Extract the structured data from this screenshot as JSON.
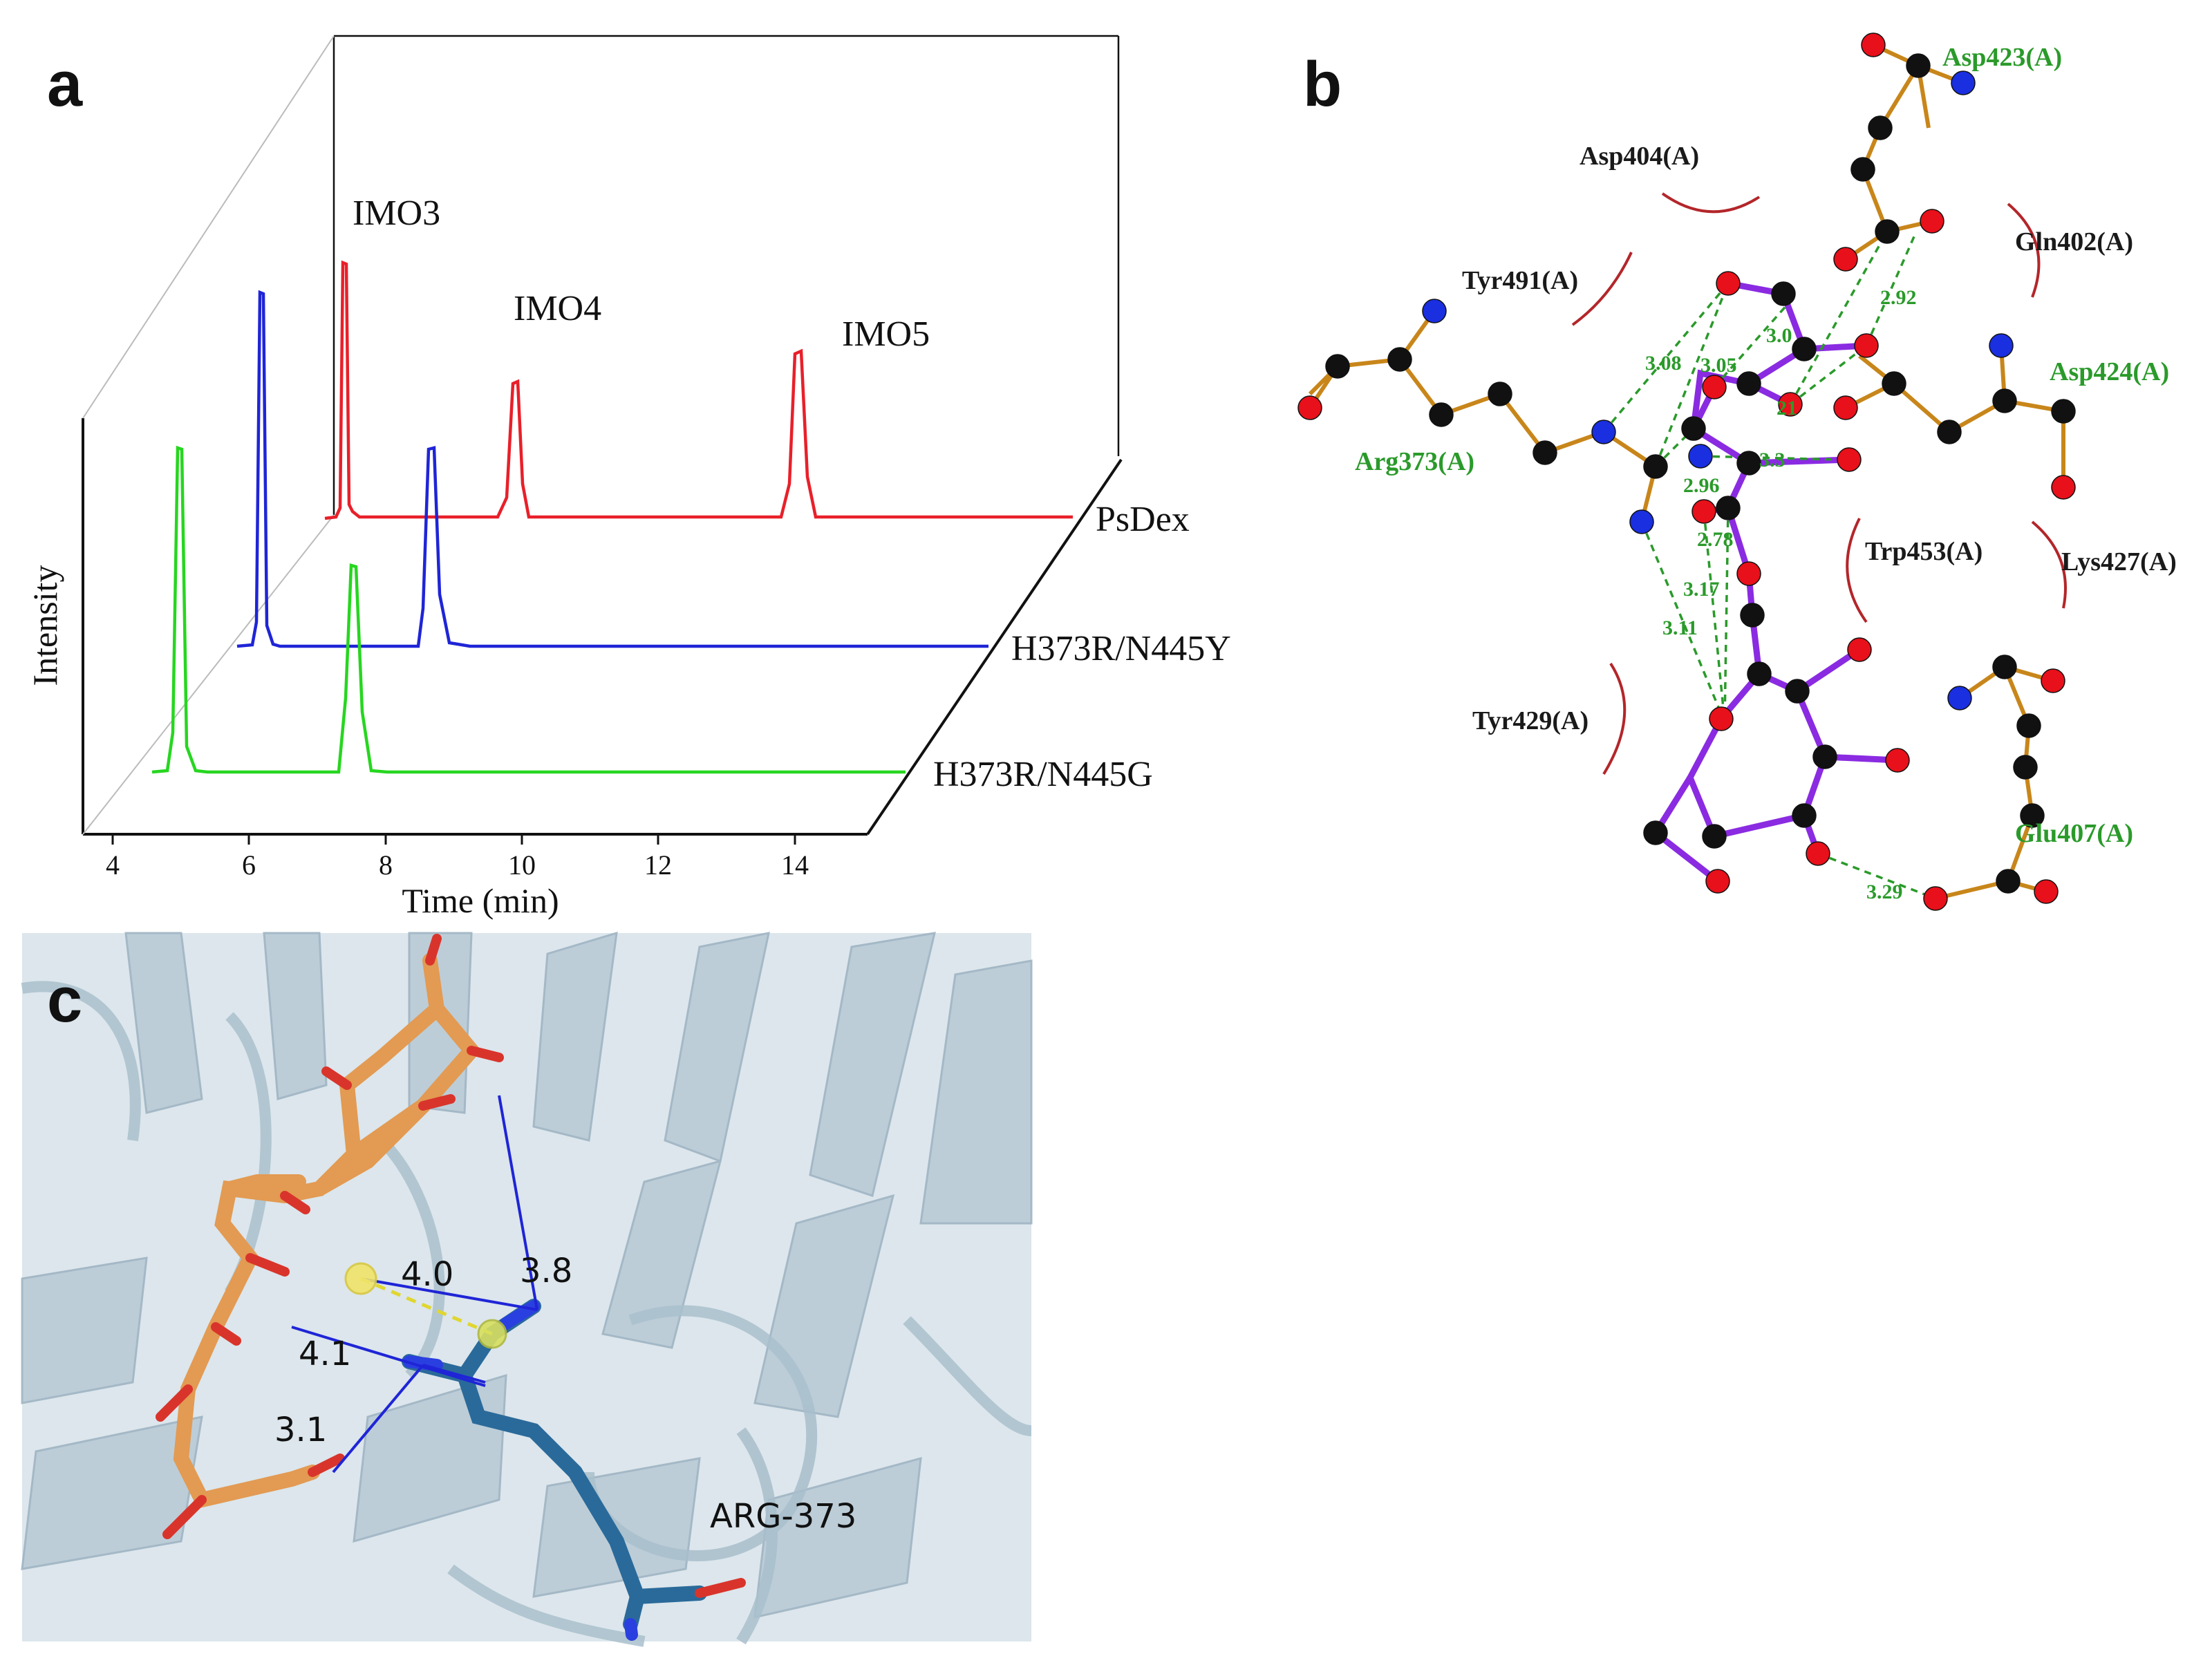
{
  "panels": {
    "a": {
      "letter": "a",
      "y_label": "Intensity",
      "x_label": "Time (min)",
      "x_ticks": [
        "4",
        "6",
        "8",
        "10",
        "12",
        "14"
      ],
      "peak_labels": [
        "IMO3",
        "IMO4",
        "IMO5"
      ],
      "traces": [
        {
          "name": "PsDex",
          "color": "#e8202a"
        },
        {
          "name": "H373R/N445Y",
          "color": "#1f25d6"
        },
        {
          "name": "H373R/N445G",
          "color": "#27d620"
        }
      ]
    },
    "b": {
      "letter": "b",
      "residues_black": [
        "Asp404(A)",
        "Tyr491(A)",
        "Gln402(A)",
        "Trp453(A)",
        "Lys427(A)",
        "Tyr429(A)"
      ],
      "residues_green": [
        "Asp423(A)",
        "Asp424(A)",
        "Arg373(A)",
        "Glu407(A)"
      ],
      "hbond_distances": [
        "3.08",
        "3.05",
        "3.0",
        "2.92",
        "21",
        "3.3",
        "2.96",
        "2.78",
        "3.17",
        "3.11",
        "3.29"
      ]
    },
    "c": {
      "letter": "c",
      "distances": [
        "4.0",
        "3.8",
        "4.1",
        "3.1"
      ],
      "residue_label": "ARG-373"
    }
  },
  "chart_data": {
    "type": "line",
    "title": "",
    "xlabel": "Time (min)",
    "ylabel": "Intensity",
    "xlim": [
      3.6,
      15
    ],
    "series": [
      {
        "name": "PsDex",
        "peaks": [
          {
            "label": "IMO3",
            "x": 5.0
          },
          {
            "label": "IMO4",
            "x": 7.5
          },
          {
            "label": "IMO5",
            "x": 11.7
          }
        ]
      },
      {
        "name": "H373R/N445Y",
        "peaks": [
          {
            "x": 4.9
          },
          {
            "x": 7.9
          }
        ]
      },
      {
        "name": "H373R/N445G",
        "peaks": [
          {
            "x": 4.9
          },
          {
            "x": 7.4
          }
        ]
      }
    ]
  }
}
